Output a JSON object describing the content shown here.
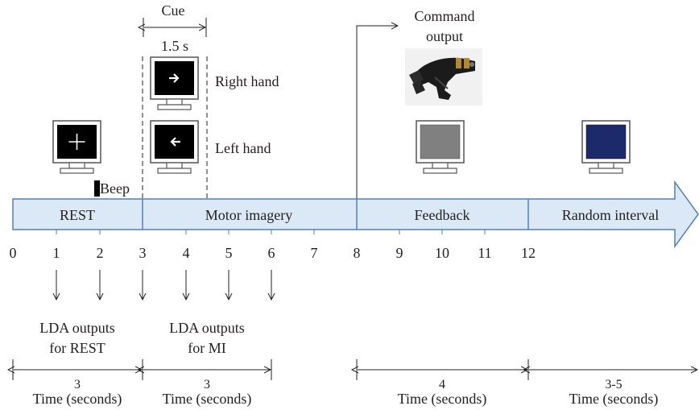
{
  "cue": {
    "title": "Cue",
    "duration": "1.5 s"
  },
  "labels": {
    "right_hand": "Right hand",
    "left_hand": "Left hand",
    "beep": "Beep",
    "command_output_line1": "Command",
    "command_output_line2": "output"
  },
  "phases": {
    "rest": "REST",
    "motor_imagery": "Motor imagery",
    "feedback": "Feedback",
    "random_interval": "Random interval"
  },
  "ticks": [
    "0",
    "1",
    "2",
    "3",
    "4",
    "5",
    "6",
    "7",
    "8",
    "9",
    "10",
    "11",
    "12"
  ],
  "lda": {
    "rest_line1": "LDA outputs",
    "rest_line2": "for REST",
    "mi_line1": "LDA outputs",
    "mi_line2": "for MI"
  },
  "durations": {
    "rest": "3",
    "mi": "3",
    "feedback": "4",
    "random": "3-5",
    "unit": "Time (seconds)"
  },
  "colors": {
    "timeline_fill": "#dbe8f5",
    "timeline_stroke": "#4f81bd",
    "feedback_screen": "#808080",
    "random_screen": "#1c2a6b",
    "ink": "#231f20"
  }
}
